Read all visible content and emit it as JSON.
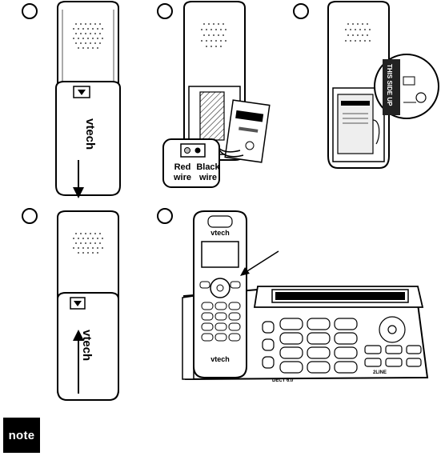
{
  "figure": {
    "brand": "vtech",
    "wire_labels": {
      "red": "Red wire",
      "black": "Black wire"
    },
    "battery_label": "THIS SIDE UP",
    "base_model": "DECT 6.0",
    "base_line": "2LINE",
    "base_brand": "vtech"
  },
  "note": {
    "badge": "note"
  }
}
